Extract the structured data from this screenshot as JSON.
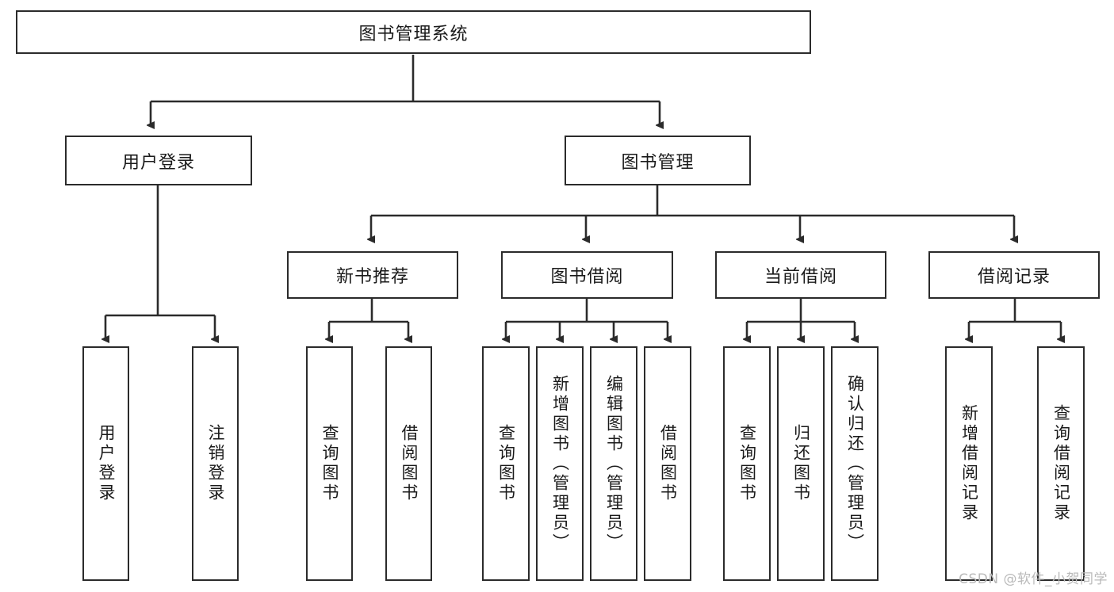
{
  "diagram": {
    "type": "tree",
    "title": "图书管理系统",
    "theme": {
      "background": "#ffffff",
      "box_border": "#2b2b2b",
      "box_fill": "#ffffff",
      "text": "#1a1a1a",
      "connector": "#2b2b2b",
      "watermark": "#b9b9b9"
    },
    "root": {
      "label": "图书管理系统"
    },
    "level1": [
      {
        "label": "用户登录"
      },
      {
        "label": "图书管理"
      }
    ],
    "level2": [
      {
        "label": "新书推荐"
      },
      {
        "label": "图书借阅"
      },
      {
        "label": "当前借阅"
      },
      {
        "label": "借阅记录"
      }
    ],
    "leaves": {
      "user_login": [
        {
          "label": "用户登录"
        },
        {
          "label": "注销登录"
        }
      ],
      "new_book_recommend": [
        {
          "label": "查询图书"
        },
        {
          "label": "借阅图书"
        }
      ],
      "book_borrow": [
        {
          "label": "查询图书"
        },
        {
          "label": "新增图书（管理员）"
        },
        {
          "label": "编辑图书（管理员）"
        },
        {
          "label": "借阅图书"
        }
      ],
      "current_borrow": [
        {
          "label": "查询图书"
        },
        {
          "label": "归还图书"
        },
        {
          "label": "确认归还（管理员）"
        }
      ],
      "borrow_records": [
        {
          "label": "新增借阅记录"
        },
        {
          "label": "查询借阅记录"
        }
      ]
    }
  },
  "watermark": {
    "text": "CSDN @软件_小贺同学"
  }
}
